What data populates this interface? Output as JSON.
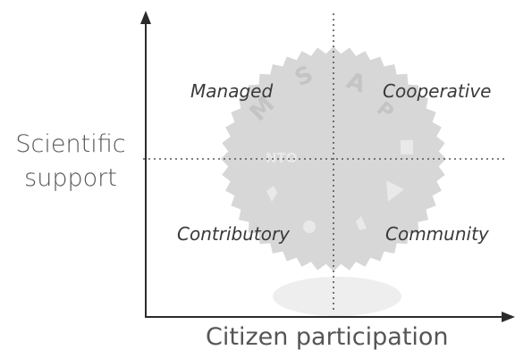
{
  "axes": {
    "y_label_line1": "Scientific",
    "y_label_line2": "support",
    "x_label": "Citizen participation"
  },
  "quadrants": {
    "top_left": "Managed",
    "top_right": "Cooperative",
    "bottom_left": "Contributory",
    "bottom_right": "Community"
  },
  "colors": {
    "axis": "#2b2b2b",
    "divider": "#555555",
    "emblem_fill": "#d7d7d7",
    "emblem_reflection": "#eeeeee",
    "emblem_glyph": "#c4c4c4",
    "emblem_glyph_light": "#e9e9e9",
    "text": "#3a3a3a"
  },
  "emblem_glyphs": {
    "letter_s": "S",
    "letter_m": "M",
    "letter_a": "A",
    "letter_p": "P",
    "word": "NTO"
  }
}
